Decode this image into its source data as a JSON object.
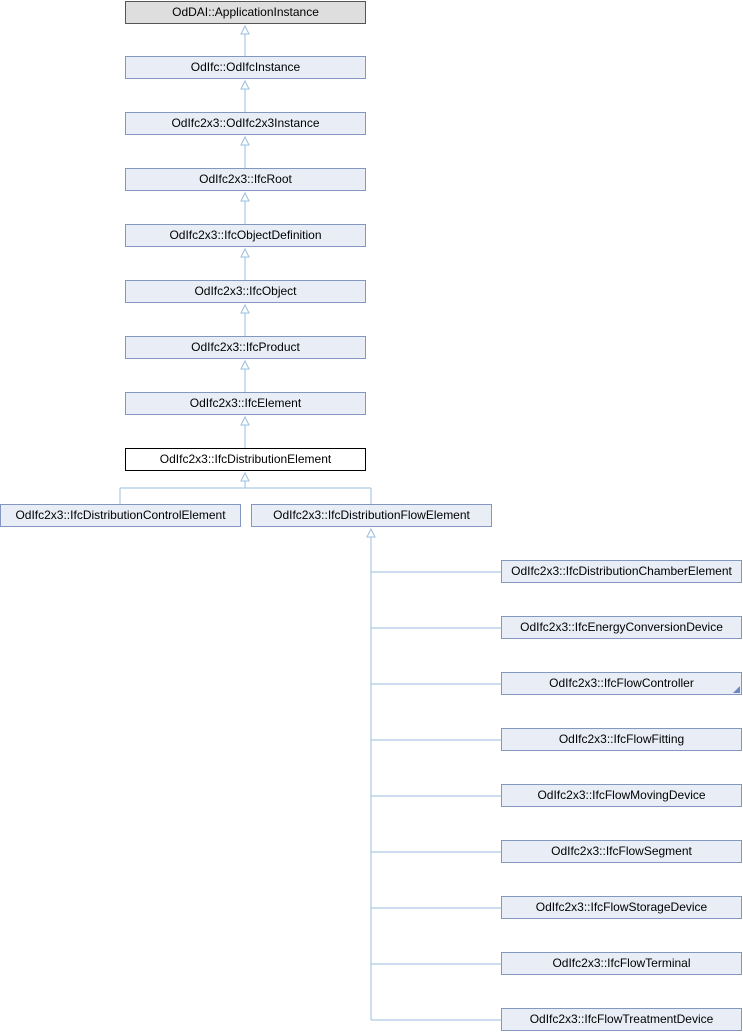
{
  "nodes": [
    {
      "id": "n0",
      "label": "OdDAI::ApplicationInstance",
      "style": "gray"
    },
    {
      "id": "n1",
      "label": "OdIfc::OdIfcInstance",
      "style": "link"
    },
    {
      "id": "n2",
      "label": "OdIfc2x3::OdIfc2x3Instance",
      "style": "link"
    },
    {
      "id": "n3",
      "label": "OdIfc2x3::IfcRoot",
      "style": "link"
    },
    {
      "id": "n4",
      "label": "OdIfc2x3::IfcObjectDefinition",
      "style": "link"
    },
    {
      "id": "n5",
      "label": "OdIfc2x3::IfcObject",
      "style": "link"
    },
    {
      "id": "n6",
      "label": "OdIfc2x3::IfcProduct",
      "style": "link"
    },
    {
      "id": "n7",
      "label": "OdIfc2x3::IfcElement",
      "style": "link"
    },
    {
      "id": "n8",
      "label": "OdIfc2x3::IfcDistributionElement",
      "style": "current"
    },
    {
      "id": "n9",
      "label": "OdIfc2x3::IfcDistributionControlElement",
      "style": "link"
    },
    {
      "id": "n10",
      "label": "OdIfc2x3::IfcDistributionFlowElement",
      "style": "link"
    },
    {
      "id": "n11",
      "label": "OdIfc2x3::IfcDistributionChamberElement",
      "style": "link"
    },
    {
      "id": "n12",
      "label": "OdIfc2x3::IfcEnergyConversionDevice",
      "style": "link"
    },
    {
      "id": "n13",
      "label": "OdIfc2x3::IfcFlowController",
      "style": "link",
      "has_more": true
    },
    {
      "id": "n14",
      "label": "OdIfc2x3::IfcFlowFitting",
      "style": "link"
    },
    {
      "id": "n15",
      "label": "OdIfc2x3::IfcFlowMovingDevice",
      "style": "link"
    },
    {
      "id": "n16",
      "label": "OdIfc2x3::IfcFlowSegment",
      "style": "link"
    },
    {
      "id": "n17",
      "label": "OdIfc2x3::IfcFlowStorageDevice",
      "style": "link"
    },
    {
      "id": "n18",
      "label": "OdIfc2x3::IfcFlowTerminal",
      "style": "link"
    },
    {
      "id": "n19",
      "label": "OdIfc2x3::IfcFlowTreatmentDevice",
      "style": "link"
    }
  ],
  "edges": [
    {
      "from": "n1",
      "to": "n0"
    },
    {
      "from": "n2",
      "to": "n1"
    },
    {
      "from": "n3",
      "to": "n2"
    },
    {
      "from": "n4",
      "to": "n3"
    },
    {
      "from": "n5",
      "to": "n4"
    },
    {
      "from": "n6",
      "to": "n5"
    },
    {
      "from": "n7",
      "to": "n6"
    },
    {
      "from": "n8",
      "to": "n7"
    },
    {
      "from": "n9",
      "to": "n8"
    },
    {
      "from": "n10",
      "to": "n8"
    },
    {
      "from": "n11",
      "to": "n10"
    },
    {
      "from": "n12",
      "to": "n10"
    },
    {
      "from": "n13",
      "to": "n10"
    },
    {
      "from": "n14",
      "to": "n10"
    },
    {
      "from": "n15",
      "to": "n10"
    },
    {
      "from": "n16",
      "to": "n10"
    },
    {
      "from": "n17",
      "to": "n10"
    },
    {
      "from": "n18",
      "to": "n10"
    },
    {
      "from": "n19",
      "to": "n10"
    }
  ],
  "colors": {
    "edge": "#9bbfdc",
    "node_fill": "#e8edf6",
    "node_border": "#8497c2"
  }
}
